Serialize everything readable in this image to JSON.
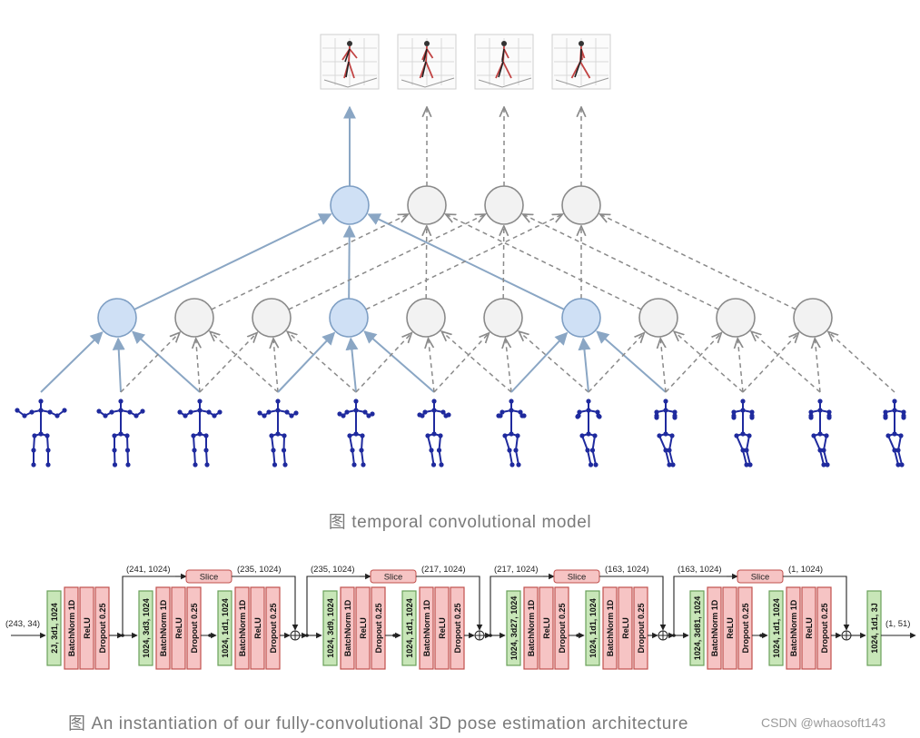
{
  "captions": {
    "top": "图 temporal convolutional model",
    "bottom": "图 An instantiation of our fully-convolutional 3D pose estimation architecture"
  },
  "watermark": "CSDN @whaosoft143",
  "colors": {
    "active_node_fill": "#cfe0f5",
    "active_node_stroke": "#7f9fc4",
    "inactive_node_fill": "#f2f2f2",
    "inactive_node_stroke": "#8a8a8a",
    "solid_arrow": "#8aa6c4",
    "dashed_arrow": "#8a8a8a",
    "skeleton": "#1f2a9e",
    "conv_block_fill": "#c8e6b8",
    "conv_block_stroke": "#6aa05a",
    "bn_block_fill": "#f6c4c4",
    "bn_block_stroke": "#c0504d"
  },
  "temporal_model": {
    "output_poses": 4,
    "top_layer_nodes": [
      true,
      false,
      false,
      false
    ],
    "middle_layer_nodes": [
      true,
      false,
      false,
      true,
      false,
      false,
      true,
      false,
      false,
      false
    ],
    "input_frames": 12
  },
  "architecture": {
    "input_label": "(243, 34)",
    "output_label": "(1, 51)",
    "first_block": {
      "conv": "2J, 3d1, 1024",
      "norm": "BatchNorm 1D",
      "act": "ReLU",
      "drop": "Dropout 0.25"
    },
    "stages": [
      {
        "skip_in": "(241, 1024)",
        "slice": "Slice",
        "skip_out": "(235, 1024)",
        "block_a": {
          "conv": "1024, 3d3, 1024",
          "norm": "BatchNorm 1D",
          "act": "ReLU",
          "drop": "Dropout 0.25"
        },
        "block_b": {
          "conv": "1024, 1d1, 1024",
          "norm": "BatchNorm 1D",
          "act": "ReLU",
          "drop": "Dropout 0.25"
        }
      },
      {
        "skip_in": "(235, 1024)",
        "slice": "Slice",
        "skip_out": "(217, 1024)",
        "block_a": {
          "conv": "1024, 3d9, 1024",
          "norm": "BatchNorm 1D",
          "act": "ReLU",
          "drop": "Dropout 0.25"
        },
        "block_b": {
          "conv": "1024, 1d1, 1024",
          "norm": "BatchNorm 1D",
          "act": "ReLU",
          "drop": "Dropout 0.25"
        }
      },
      {
        "skip_in": "(217, 1024)",
        "slice": "Slice",
        "skip_out": "(163, 1024)",
        "block_a": {
          "conv": "1024, 3d27, 1024",
          "norm": "BatchNorm 1D",
          "act": "ReLU",
          "drop": "Dropout 0.25"
        },
        "block_b": {
          "conv": "1024, 1d1, 1024",
          "norm": "BatchNorm 1D",
          "act": "ReLU",
          "drop": "Dropout 0.25"
        }
      },
      {
        "skip_in": "(163, 1024)",
        "slice": "Slice",
        "skip_out": "(1, 1024)",
        "block_a": {
          "conv": "1024, 3d81, 1024",
          "norm": "BatchNorm 1D",
          "act": "ReLU",
          "drop": "Dropout 0.25"
        },
        "block_b": {
          "conv": "1024, 1d1, 1024",
          "norm": "BatchNorm 1D",
          "act": "ReLU",
          "drop": "Dropout 0.25"
        }
      }
    ],
    "final_conv": "1024, 1d1, 3J"
  }
}
